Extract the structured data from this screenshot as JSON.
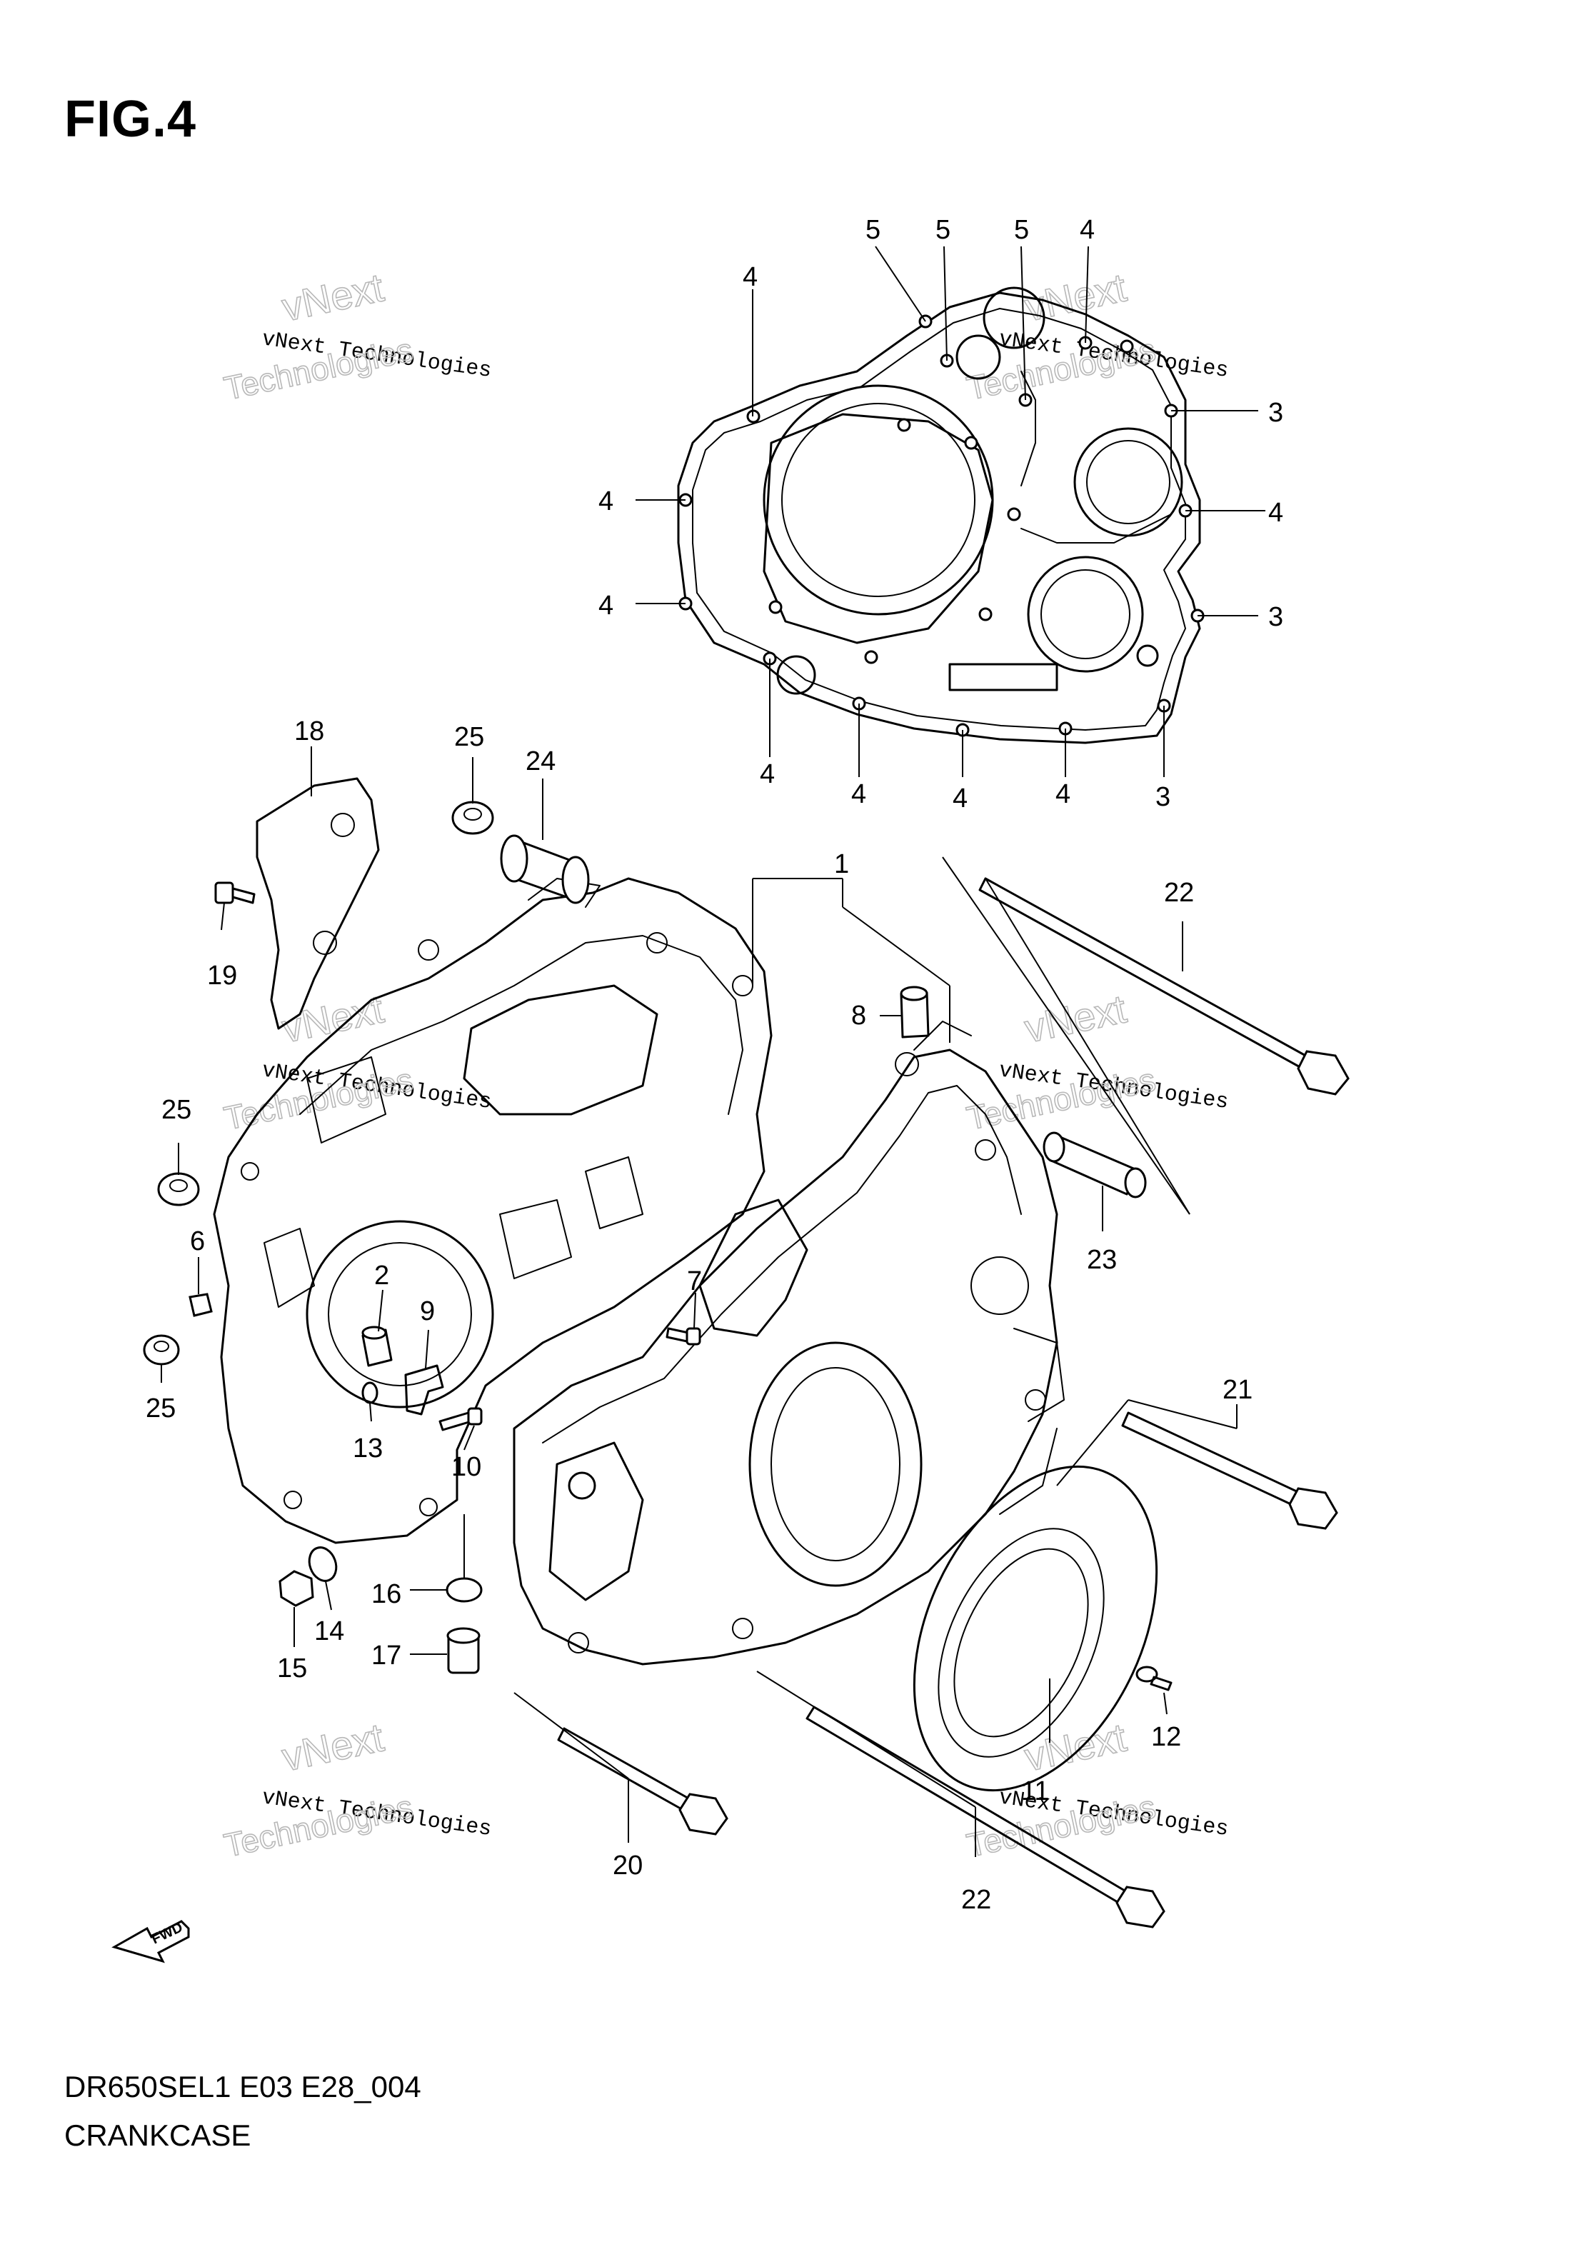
{
  "figure_label": "FIG.4",
  "footer": {
    "model_code": "DR650SEL1 E03 E28_004",
    "section_name": "CRANKCASE"
  },
  "fwd_label": "FWD",
  "watermark": {
    "line_main": "vNext Technologies",
    "line_top": "vNext",
    "line_bottom": "Technologies"
  },
  "callouts": {
    "c1": "1",
    "c2": "2",
    "c3a": "3",
    "c3b": "3",
    "c3c": "3",
    "c4a": "4",
    "c4b": "4",
    "c4c": "4",
    "c4d": "4",
    "c4e": "4",
    "c4f": "4",
    "c4g": "4",
    "c4h": "4",
    "c4i": "4",
    "c5a": "5",
    "c5b": "5",
    "c5c": "5",
    "c6": "6",
    "c7": "7",
    "c8": "8",
    "c9": "9",
    "c10": "10",
    "c11": "11",
    "c12": "12",
    "c13": "13",
    "c14": "14",
    "c15": "15",
    "c16": "16",
    "c17": "17",
    "c18": "18",
    "c19": "19",
    "c20": "20",
    "c21": "21",
    "c22a": "22",
    "c22b": "22",
    "c23": "23",
    "c24": "24",
    "c25a": "25",
    "c25b": "25",
    "c25c": "25"
  }
}
